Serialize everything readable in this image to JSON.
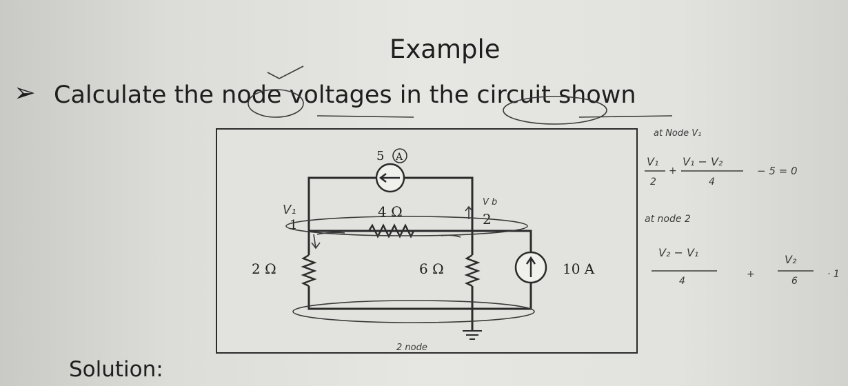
{
  "heading": "Example",
  "problem": {
    "bullet": "➢",
    "text": "Calculate the node voltages in the circuit shown"
  },
  "circuit": {
    "current_source_top": "5",
    "current_source_top_unit": "A",
    "resistor_top": "4 Ω",
    "node1_label": "1",
    "node2_label": "2",
    "resistor_left": "2 Ω",
    "resistor_middle": "6 Ω",
    "current_source_right": "10 A"
  },
  "handwriting": {
    "v1": "V₁",
    "vb": "V b",
    "right_note1": "at Node V₁",
    "eq1_n1": "V₁",
    "eq1_d1": "2",
    "eq1_plus": "+",
    "eq1_n2": "V₁ − V₂",
    "eq1_d2": "4",
    "eq1_tail": "− 5 = 0",
    "right_note2": "at node 2",
    "eq2_n1": "V₂ − V₁",
    "eq2_d1": "4",
    "eq2_plus": "+",
    "eq2_n2": "V₂",
    "eq2_d2": "6",
    "eq2_tail": "· 1",
    "bottom_note": "2 node"
  },
  "solution_label": "Solution:"
}
